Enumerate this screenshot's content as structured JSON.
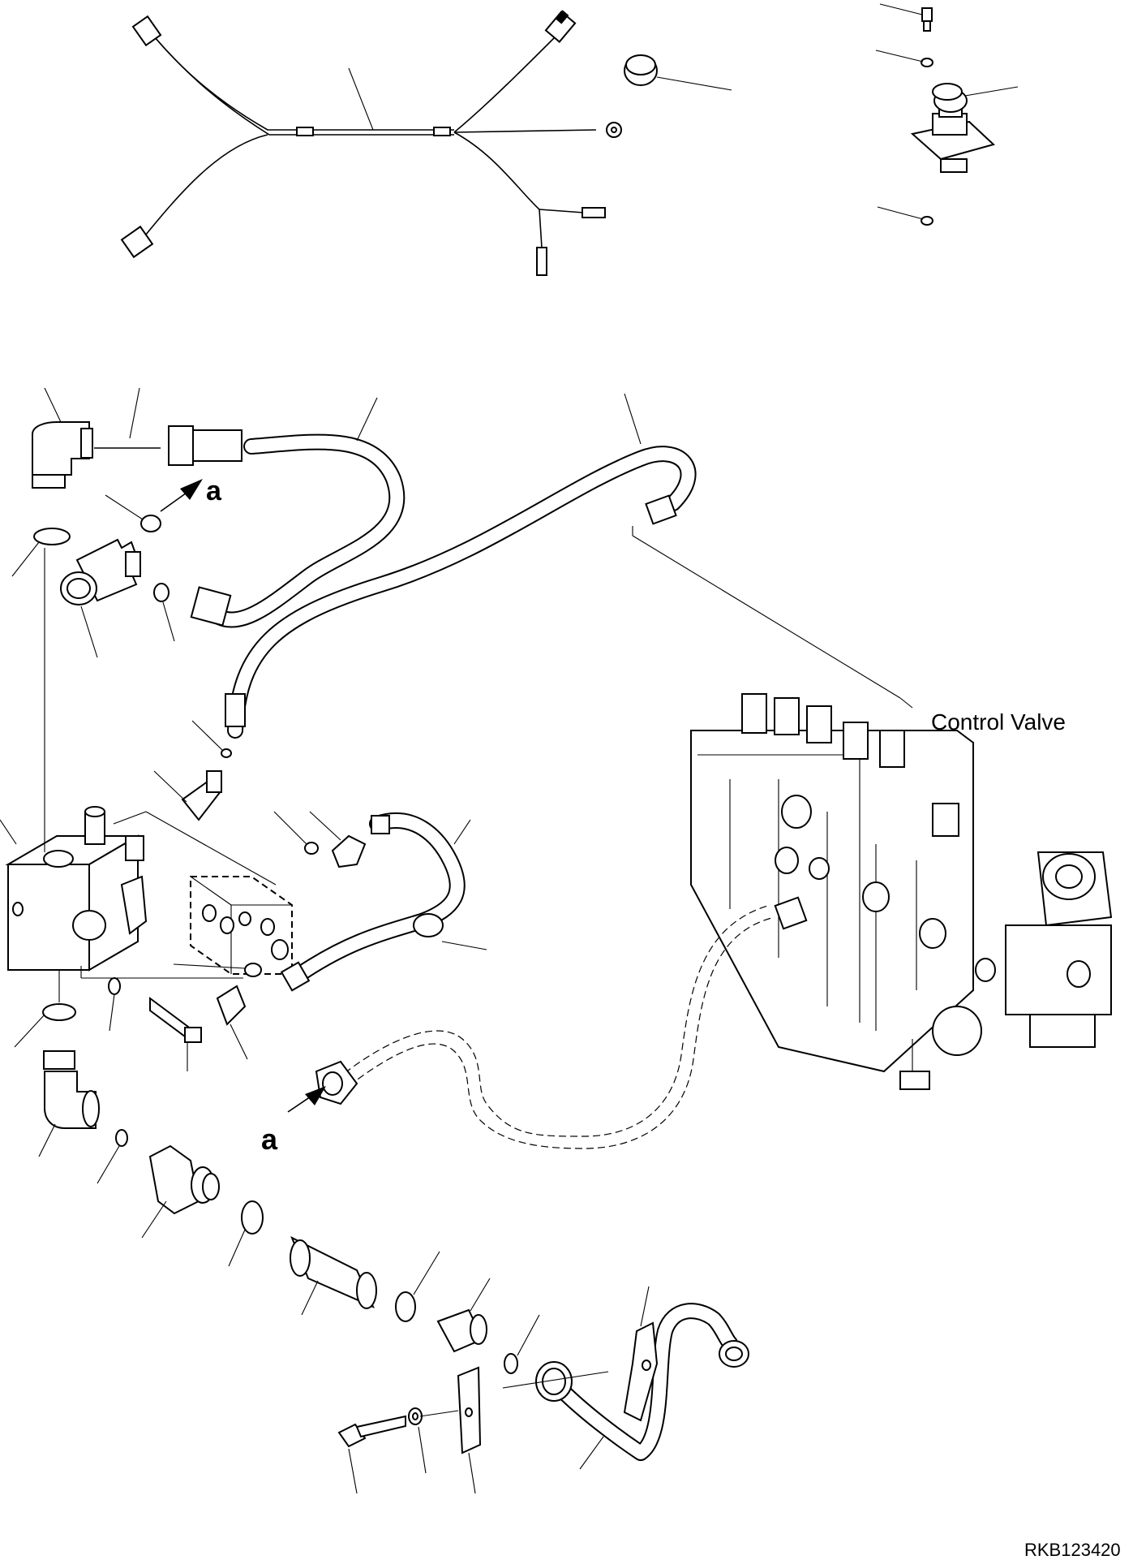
{
  "labels": {
    "component_name": "Control Valve",
    "arrow_ref_top": "a",
    "arrow_ref_bottom": "a",
    "drawing_code": "RKB123420"
  }
}
